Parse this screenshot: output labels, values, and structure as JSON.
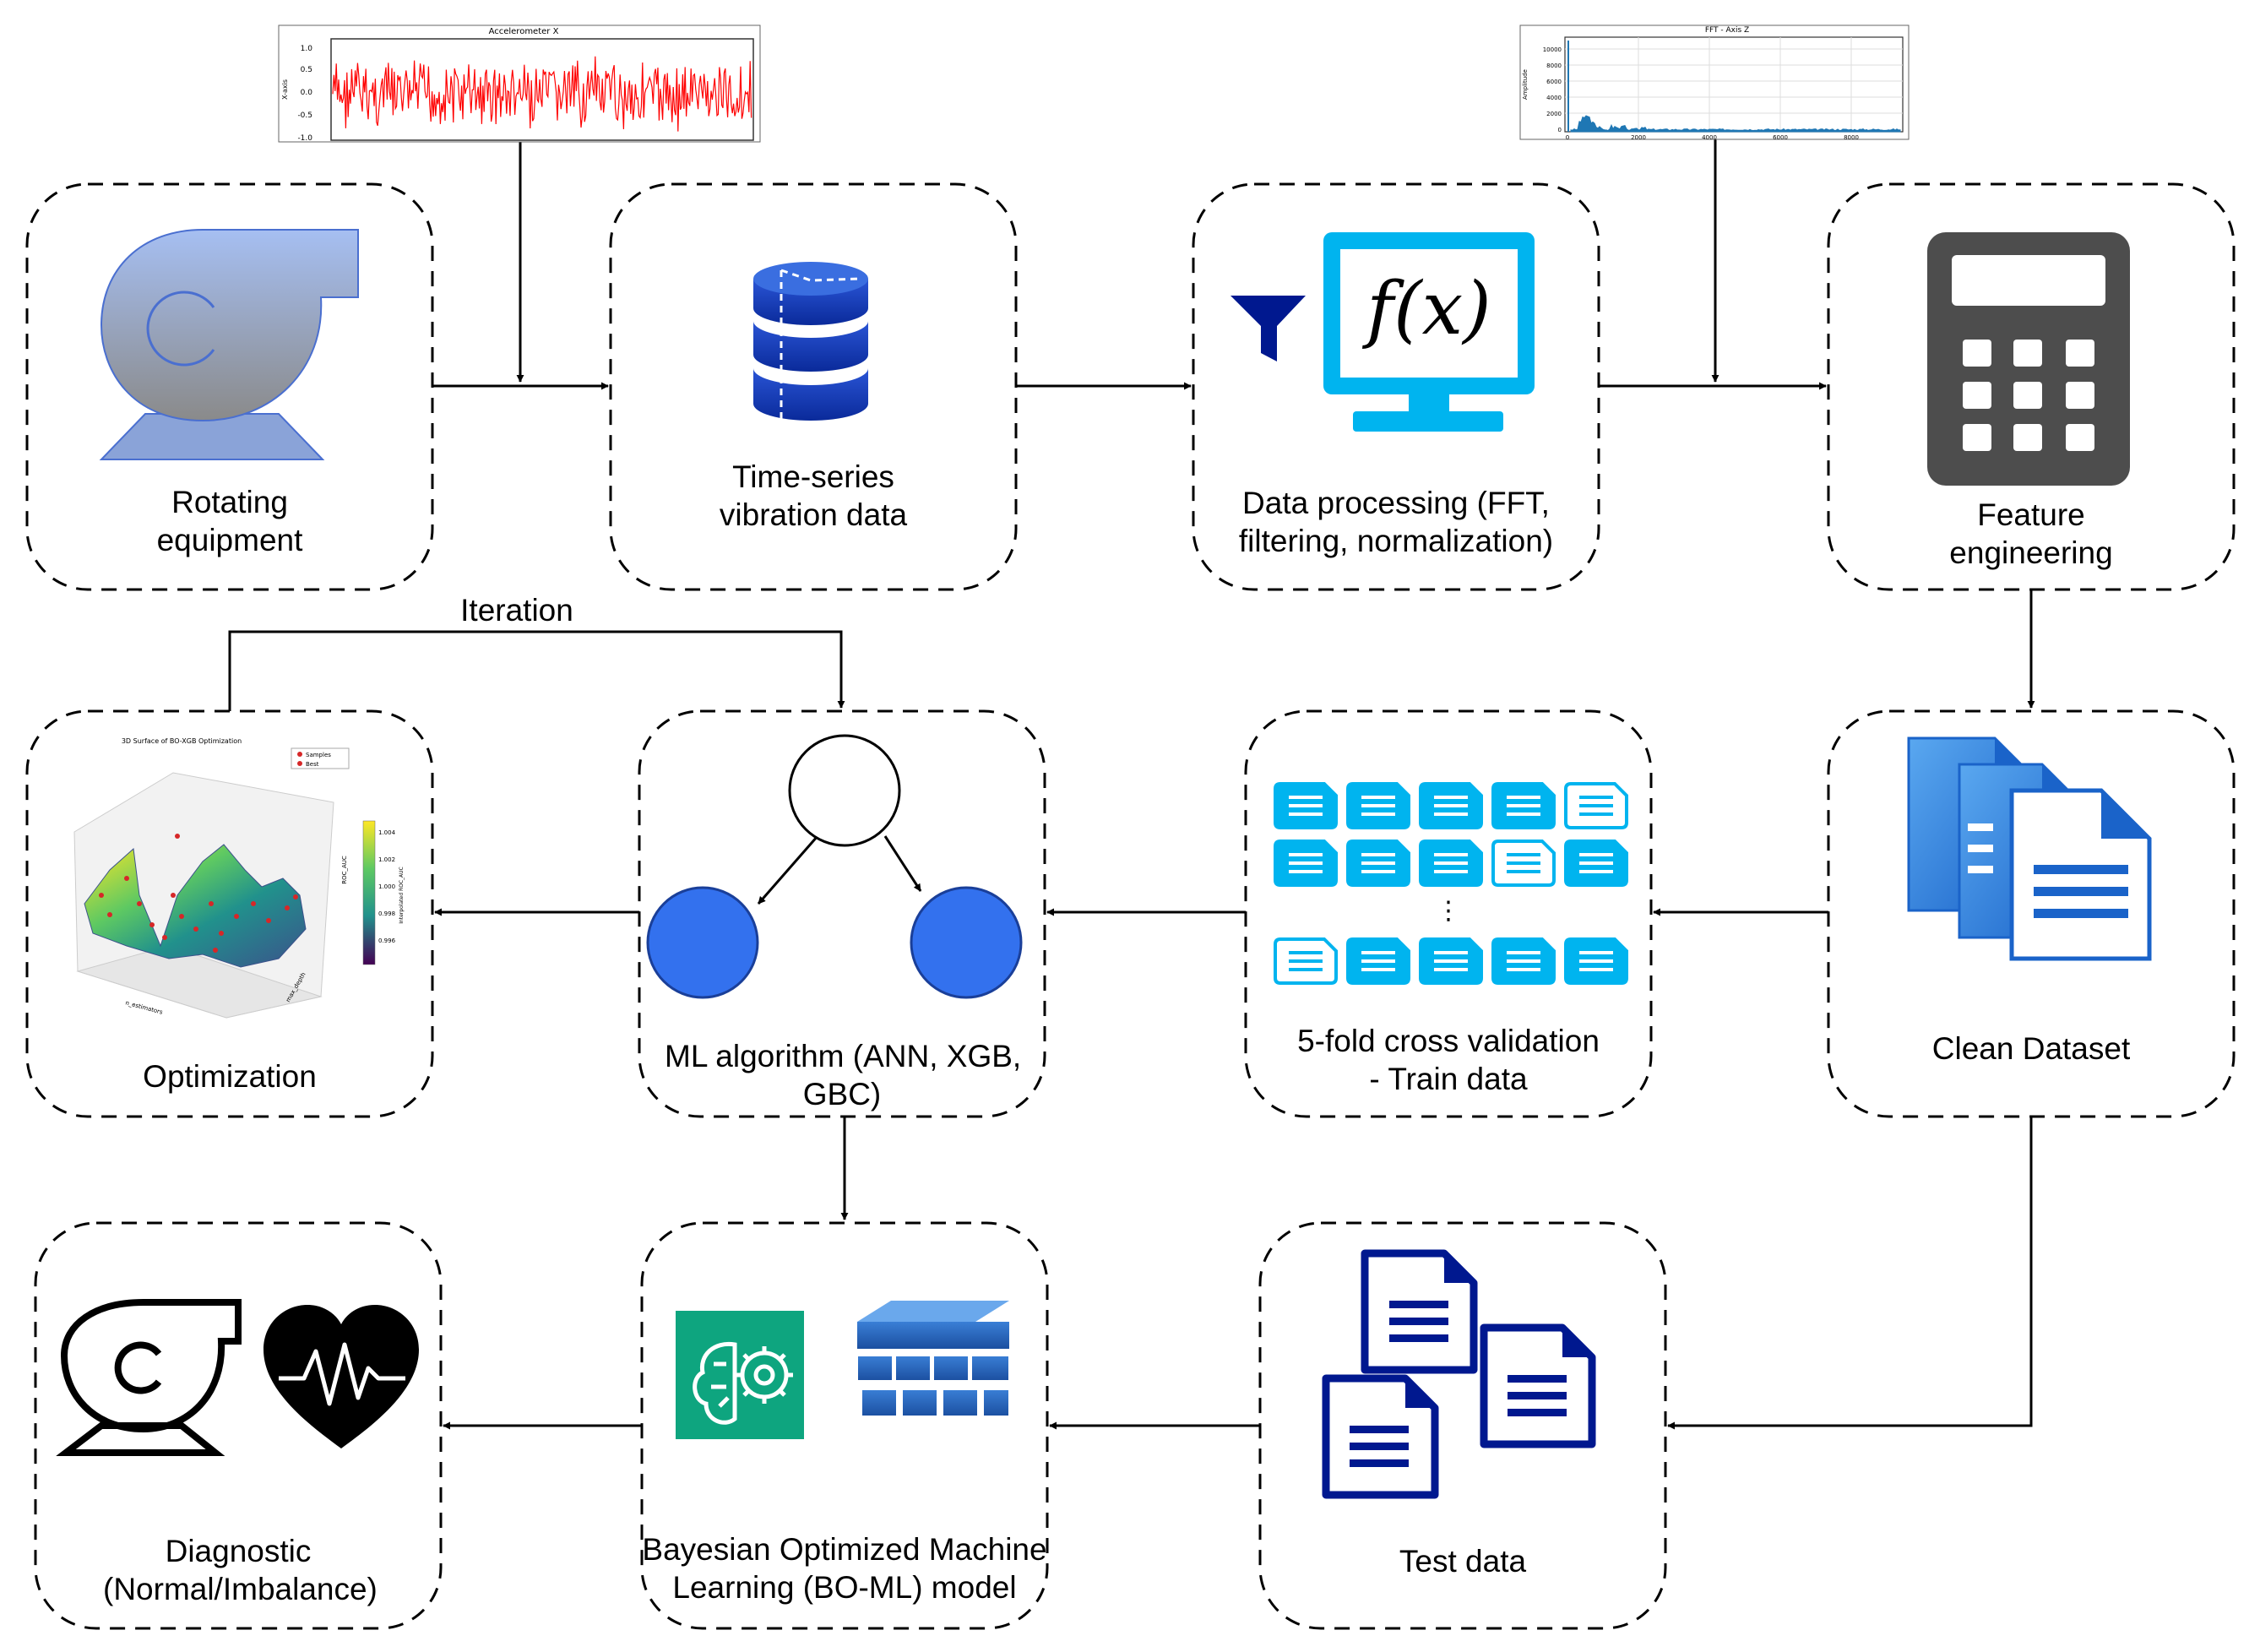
{
  "nodes": {
    "rotating": {
      "line1": "Rotating",
      "line2": "equipment"
    },
    "timeseries": {
      "line1": "Time-series",
      "line2": "vibration data"
    },
    "processing": {
      "line1": "Data processing (FFT,",
      "line2": "filtering, normalization)"
    },
    "feature": {
      "line1": "Feature",
      "line2": "engineering"
    },
    "clean": {
      "line1": "Clean Dataset"
    },
    "crossval": {
      "line1": "5-fold cross validation",
      "line2": "- Train data"
    },
    "mlalgo": {
      "line1": "ML algorithm (ANN, XGB,",
      "line2": "GBC)"
    },
    "optimization": {
      "line1": "Optimization"
    },
    "testdata": {
      "line1": "Test data"
    },
    "boml": {
      "line1": "Bayesian Optimized Machine",
      "line2": "Learning (BO-ML) model"
    },
    "diagnostic": {
      "line1": "Diagnostic",
      "line2": "(Normal/Imbalance)"
    }
  },
  "edge_labels": {
    "iteration": "Iteration"
  },
  "thumbnails": {
    "accel": {
      "title": "Accelerometer X",
      "ylabel": "X-axis",
      "yticks": [
        "1.0",
        "0.5",
        "0.0",
        "-0.5",
        "-1.0"
      ]
    },
    "fft": {
      "title": "FFT - Axis Z",
      "ylabel": "Amplitude",
      "yticks": [
        "10000",
        "8000",
        "6000",
        "4000",
        "2000",
        "0"
      ],
      "xticks": [
        "0",
        "2000",
        "4000",
        "6000",
        "8000"
      ]
    },
    "surface": {
      "title": "3D Surface of BO-XGB Optimization",
      "legend": [
        "Samples",
        "Best"
      ],
      "colorbar_ticks": [
        "1.004",
        "1.002",
        "1.000",
        "0.998",
        "0.996"
      ],
      "colorbar_label": "Interpolated ROC_AUC",
      "xlabel": "n_estimators",
      "ylabel": "max_depth",
      "zlabel": "ROC_AUC"
    }
  },
  "icons": {
    "rotating": "centrifugal-fan-icon",
    "timeseries": "database-icon",
    "processing": "filter-and-function-monitor-icon",
    "feature": "calculator-icon",
    "clean": "stacked-documents-icon",
    "crossval": "document-grid-icon",
    "mlalgo": "tree-nodes-icon",
    "testdata": "documents-icon",
    "boml": "ai-brain-and-data-cube-icon",
    "diagnostic": "fan-and-heartbeat-icon"
  },
  "colors": {
    "box_border": "#000000",
    "light_blue": "#00b4ef",
    "medium_blue": "#2f6ee8",
    "navy": "#00188f",
    "calculator": "#4d4d4d",
    "fan_fill": "#7e9ee8",
    "sagemaker_green": "#0ea57f",
    "signal_red": "#ff0000"
  }
}
